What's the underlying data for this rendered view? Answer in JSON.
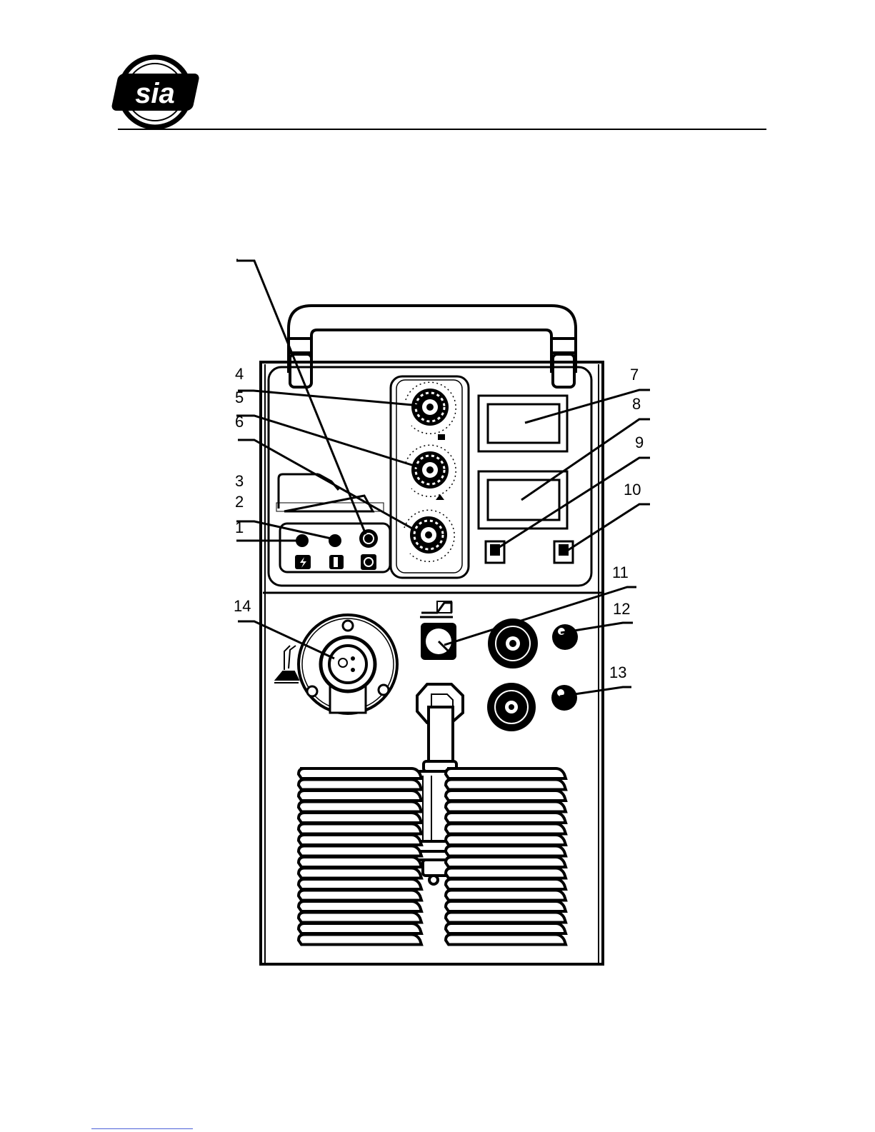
{
  "logo": {
    "text": "sia"
  },
  "callouts": [
    {
      "id": "1",
      "text": "1"
    },
    {
      "id": "2",
      "text": "2"
    },
    {
      "id": "3",
      "text": "3"
    },
    {
      "id": "4",
      "text": "4"
    },
    {
      "id": "5",
      "text": "5"
    },
    {
      "id": "6",
      "text": "6"
    },
    {
      "id": "7",
      "text": "7"
    },
    {
      "id": "8",
      "text": "8"
    },
    {
      "id": "9",
      "text": "9"
    },
    {
      "id": "10",
      "text": "10"
    },
    {
      "id": "11",
      "text": "11"
    },
    {
      "id": "12",
      "text": "12"
    },
    {
      "id": "13",
      "text": "13"
    },
    {
      "id": "14",
      "text": "14"
    }
  ],
  "colors": {
    "ink": "#000000",
    "paper": "#ffffff",
    "footer_rule": "#4a5fd8"
  }
}
